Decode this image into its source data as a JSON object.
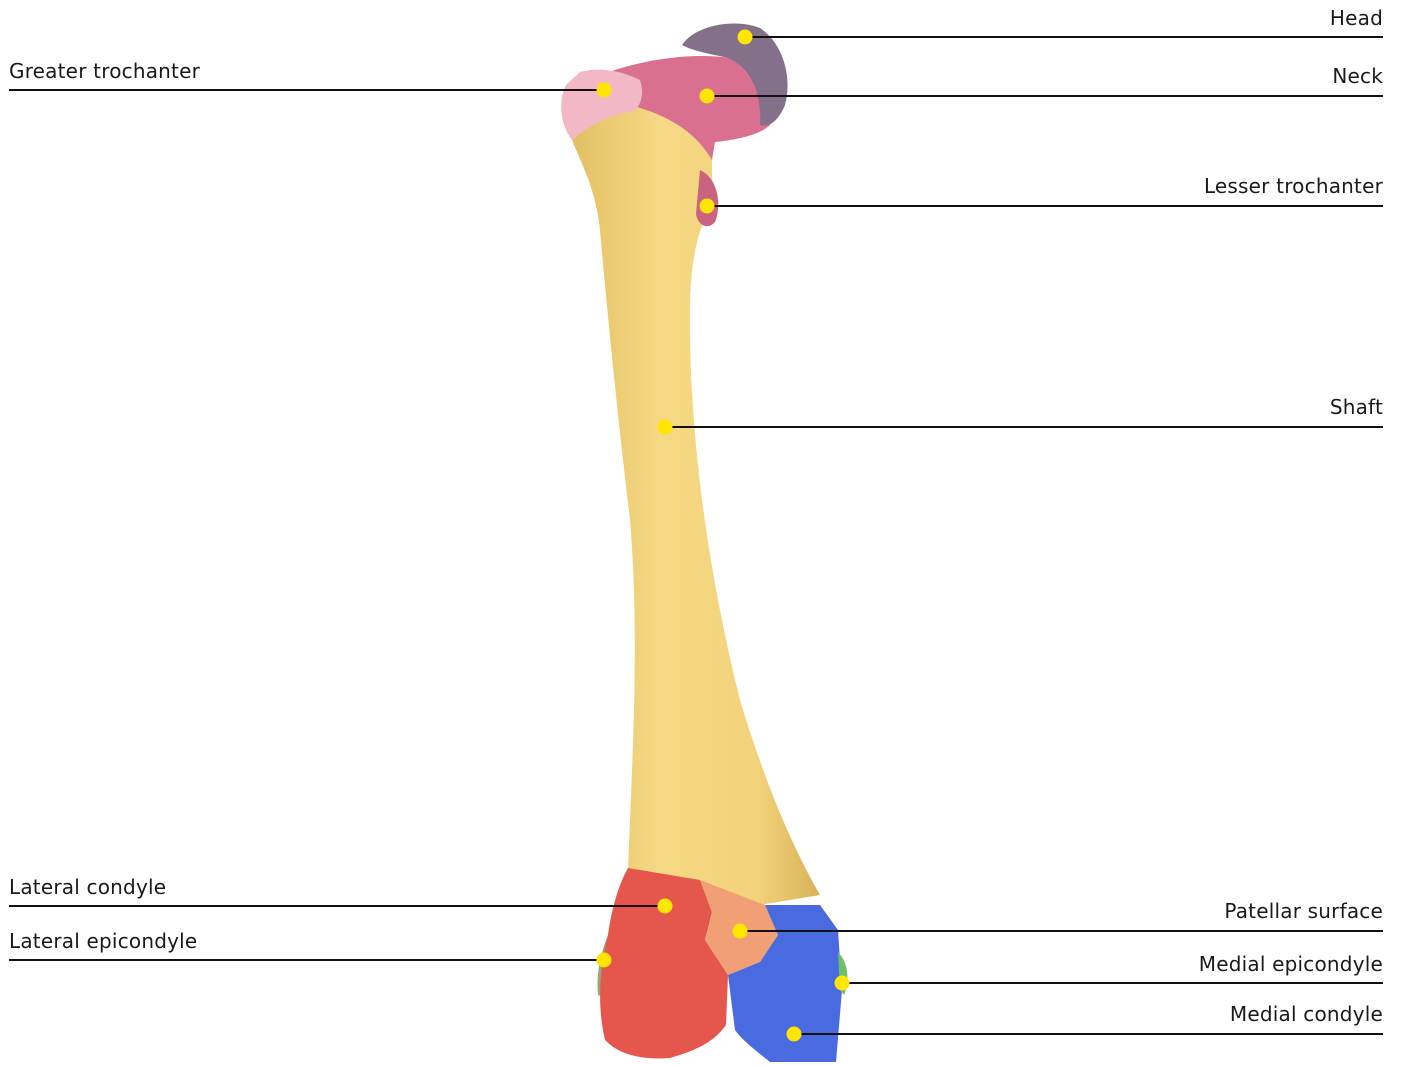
{
  "labels": {
    "head": "Head",
    "neck": "Neck",
    "greater_trochanter": "Greater trochanter",
    "lesser_trochanter": "Lesser trochanter",
    "shaft": "Shaft",
    "lateral_condyle": "Lateral condyle",
    "lateral_epicondyle": "Lateral epicondyle",
    "patellar_surface": "Patellar surface",
    "medial_epicondyle": "Medial epicondyle",
    "medial_condyle": "Medial condyle"
  },
  "colors": {
    "background": "#ffffff",
    "shaft": "#f2d27a",
    "head": "#857089",
    "neck": "#d9708f",
    "greater_trochanter": "#f3b8c6",
    "lesser_trochanter": "#c9637f",
    "lateral_condyle": "#e5574c",
    "patellar_surface": "#f0a074",
    "medial_condyle": "#4a6be0",
    "medial_epicondyle": "#6fbf6a",
    "lateral_epicondyle": "#9aa67a",
    "marker": "#ffe600",
    "leader_line": "#111111"
  }
}
